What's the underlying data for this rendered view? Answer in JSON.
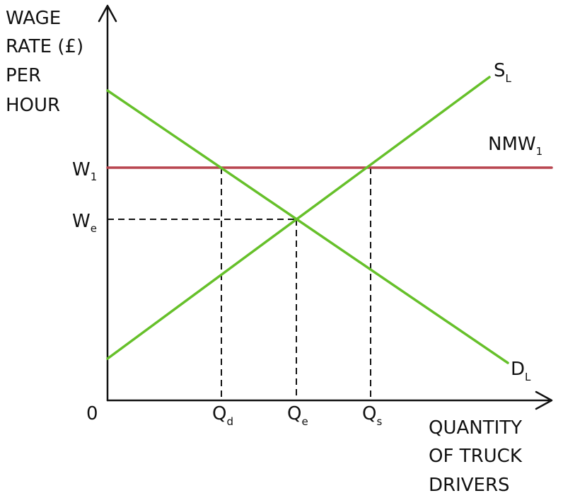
{
  "colors": {
    "supply": "#66c02a",
    "demand": "#66c02a",
    "nmw": "#b8454f",
    "axis": "#111111"
  },
  "y_axis": {
    "label_lines": [
      "WAGE",
      "RATE (£)",
      "PER",
      "HOUR"
    ]
  },
  "x_axis": {
    "label_lines": [
      "QUANTITY",
      "OF TRUCK",
      "DRIVERS"
    ],
    "origin": "0"
  },
  "levels": {
    "w1": {
      "main": "W",
      "sub": "1"
    },
    "we": {
      "main": "W",
      "sub": "e"
    }
  },
  "quantities": {
    "qd": {
      "main": "Q",
      "sub": "d"
    },
    "qe": {
      "main": "Q",
      "sub": "e"
    },
    "qs": {
      "main": "Q",
      "sub": "s"
    }
  },
  "curves": {
    "supply": {
      "main": "S",
      "sub": "L"
    },
    "demand": {
      "main": "D",
      "sub": "L"
    },
    "nmw": {
      "main": "NMW",
      "sub": "1"
    }
  }
}
